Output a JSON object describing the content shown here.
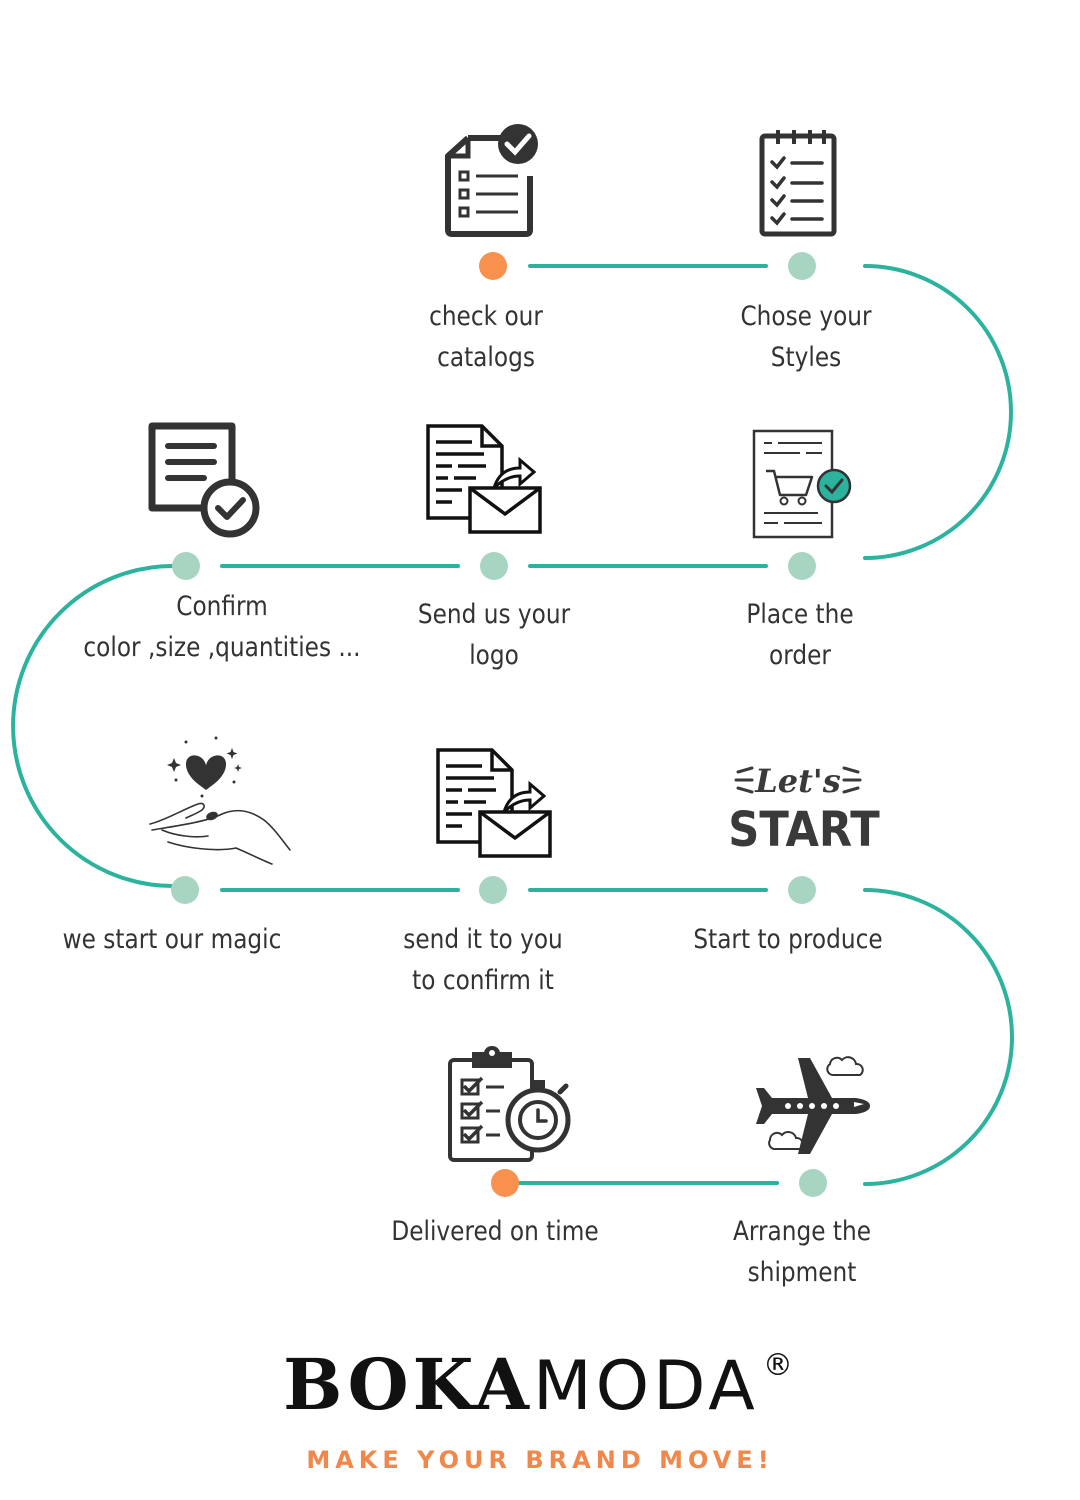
{
  "colors": {
    "accent_teal": "#2bb39e",
    "dot_mint": "#a8d4c2",
    "dot_orange": "#f7914d",
    "tagline": "#f0884c",
    "icon": "#333333"
  },
  "steps": [
    {
      "lines": [
        "check our",
        "catalogs"
      ],
      "icon": "checklist-doc-icon"
    },
    {
      "lines": [
        "Chose your",
        "Styles"
      ],
      "icon": "notepad-checklist-icon"
    },
    {
      "lines": [
        "Place the",
        "order"
      ],
      "icon": "order-cart-document-icon"
    },
    {
      "lines": [
        "Send us your",
        "logo"
      ],
      "icon": "document-send-mail-icon"
    },
    {
      "lines": [
        "Confirm",
        "color ,size ,quantities ..."
      ],
      "icon": "document-check-icon"
    },
    {
      "lines": [
        "we start our magic"
      ],
      "icon": "hand-heart-icon"
    },
    {
      "lines": [
        "send it to you",
        "to confirm it"
      ],
      "icon": "document-send-mail-icon"
    },
    {
      "lines": [
        "Start to produce"
      ],
      "icon": "lets-start-icon"
    },
    {
      "lines": [
        "Arrange the",
        "shipment"
      ],
      "icon": "airplane-icon"
    },
    {
      "lines": [
        "Delivered on time"
      ],
      "icon": "clipboard-stopwatch-icon"
    }
  ],
  "lets_start": {
    "top": "Let's",
    "bottom": "START"
  },
  "brand": {
    "bold": "BOKA",
    "light": "MODA",
    "mark": "®"
  },
  "tagline": "MAKE YOUR BRAND MOVE!"
}
